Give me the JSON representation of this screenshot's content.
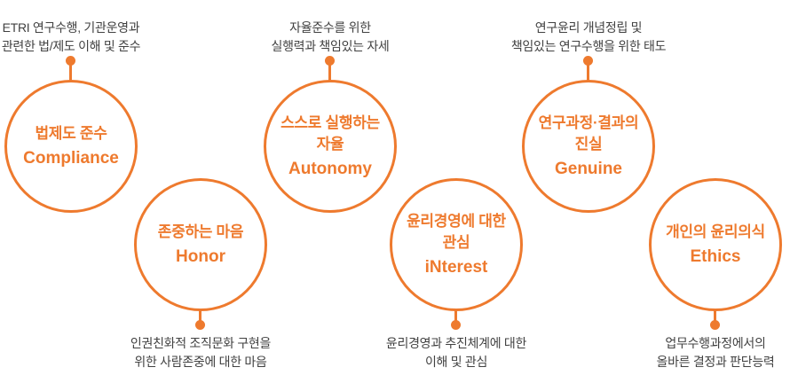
{
  "diagram": {
    "accent_color": "#ee7a2e",
    "description_color": "#414141",
    "items": [
      {
        "key": "compliance",
        "placement": "top",
        "title_ko": "법제도 준수",
        "title_en": "Compliance",
        "description": "ETRI 연구수행, 기관운영과\n관련한 법/제도 이해 및 준수"
      },
      {
        "key": "honor",
        "placement": "bottom",
        "title_ko": "존중하는 마음",
        "title_en": "Honor",
        "description": "인권친화적 조직문화 구현을\n위한 사람존중에 대한 마음"
      },
      {
        "key": "autonomy",
        "placement": "top",
        "title_ko": "스스로 실행하는\n자율",
        "title_en": "Autonomy",
        "description": "자율준수를 위한\n실행력과 책임있는 자세"
      },
      {
        "key": "interest",
        "placement": "bottom",
        "title_ko": "윤리경영에 대한\n관심",
        "title_en": "iNterest",
        "description": "윤리경영과 추진체계에 대한\n이해 및 관심"
      },
      {
        "key": "genuine",
        "placement": "top",
        "title_ko": "연구과정·결과의\n진실",
        "title_en": "Genuine",
        "description": "연구윤리 개념정립 및\n책임있는 연구수행을 위한 태도"
      },
      {
        "key": "ethics",
        "placement": "bottom",
        "title_ko": "개인의 윤리의식",
        "title_en": "Ethics",
        "description": "업무수행과정에서의\n올바른 결정과 판단능력"
      }
    ]
  }
}
